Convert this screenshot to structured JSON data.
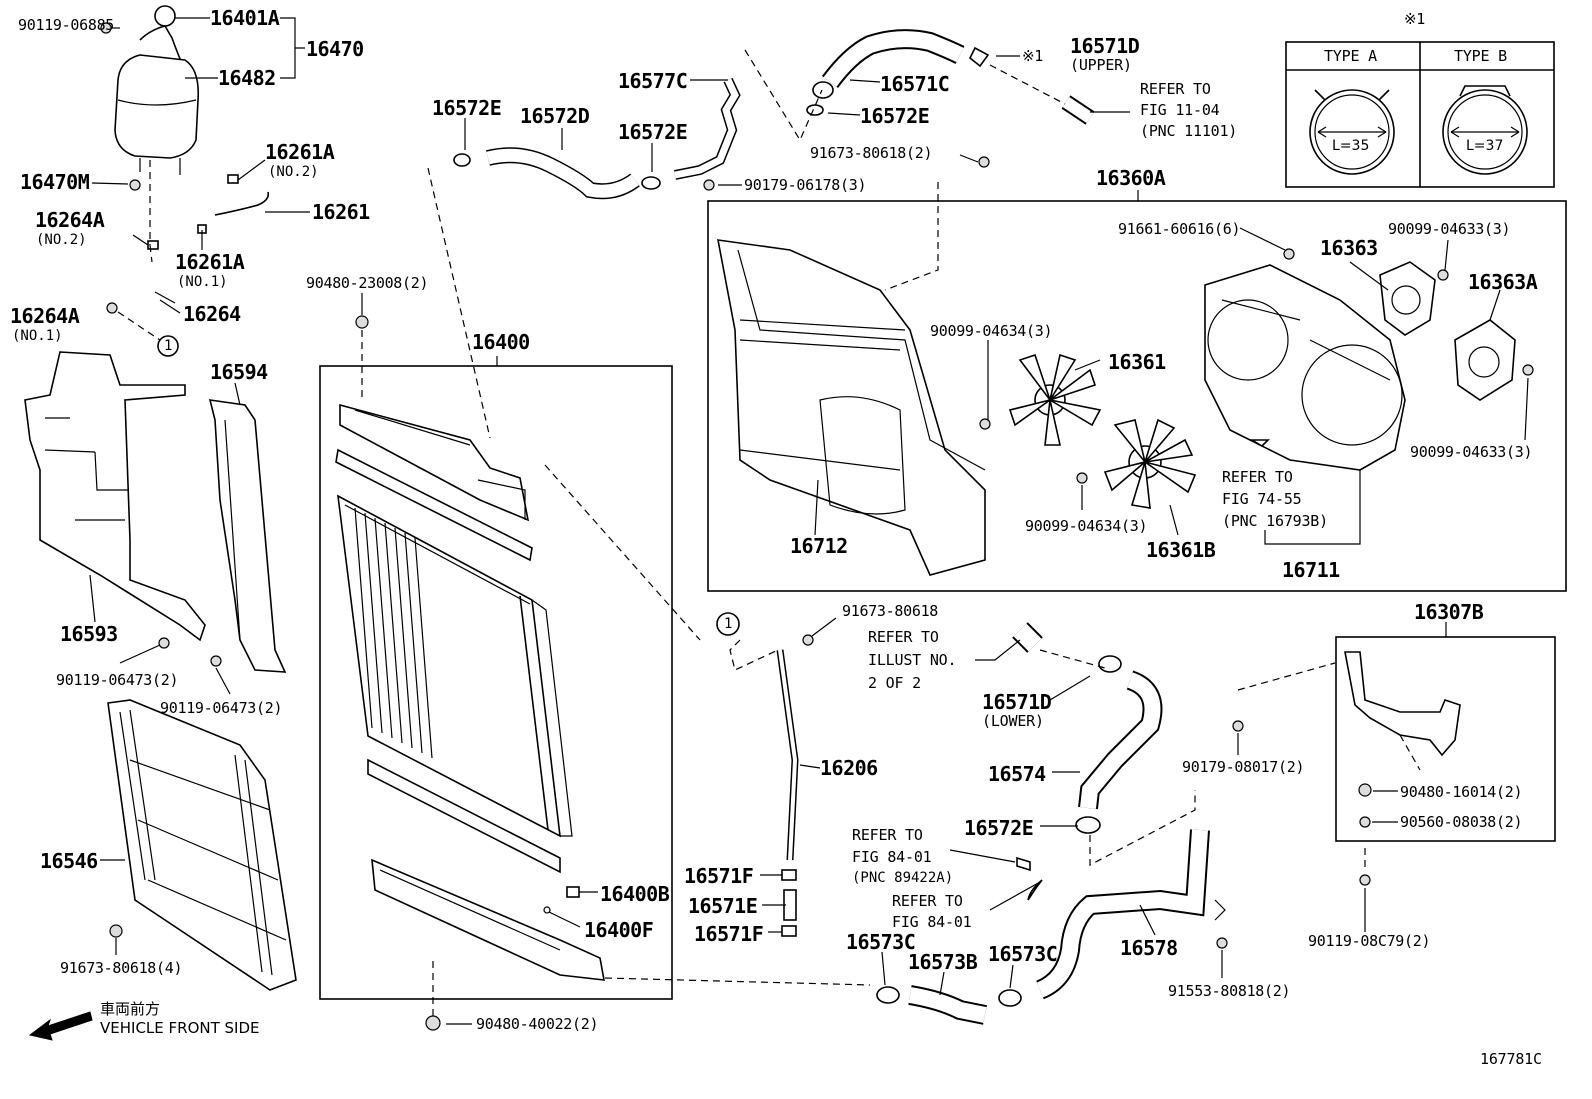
{
  "labels": {
    "p_9011906885": "90119-06885",
    "p_16401A": "16401A",
    "p_16470": "16470",
    "p_16482": "16482",
    "p_16261A_no2": "16261A",
    "no2_a": "(NO.2)",
    "p_16470M": "16470M",
    "p_16261": "16261",
    "p_16264A_no2": "16264A",
    "no2_b": "(NO.2)",
    "p_16261A_no1": "16261A",
    "no1_a": "(NO.1)",
    "p_16264A_no1": "16264A",
    "no1_b": "(NO.1)",
    "p_16264": "16264",
    "circle_1a": "1",
    "p_16572E_a": "16572E",
    "p_16572D": "16572D",
    "p_16577C": "16577C",
    "p_16572E_b": "16572E",
    "p_9017906178": "90179-06178(3)",
    "p_16571C": "16571C",
    "p_16572E_c": "16572E",
    "p_16571D_upper": "16571D",
    "upper": "(UPPER)",
    "mark_x1_a": "※1",
    "p_9167380618_2": "91673-80618(2)",
    "refer_11_04_a": "REFER TO",
    "refer_11_04_b": "FIG 11-04",
    "refer_11_04_c": "(PNC 11101)",
    "mark_x1_top": "※1",
    "type_a": "TYPE A",
    "type_b": "TYPE B",
    "l35": "L=35",
    "l37": "L=37",
    "p_16360A": "16360A",
    "p_9166160616": "91661-60616(6)",
    "p_16363": "16363",
    "p_9009904633_a": "90099-04633(3)",
    "p_16363A": "16363A",
    "p_9009904634_a": "90099-04634(3)",
    "p_16361": "16361",
    "p_9009904633_b": "90099-04633(3)",
    "refer_74_55_a": "REFER TO",
    "refer_74_55_b": "FIG 74-55",
    "refer_74_55_c": "(PNC 16793B)",
    "p_9009904634_b": "90099-04634(3)",
    "p_16361B": "16361B",
    "p_16711": "16711",
    "p_16712": "16712",
    "p_9048023008": "90480-23008(2)",
    "p_16400": "16400",
    "p_16594": "16594",
    "p_16593": "16593",
    "p_9011906473_a": "90119-06473(2)",
    "p_9011906473_b": "90119-06473(2)",
    "p_16546": "16546",
    "p_9167380618_4": "91673-80618(4)",
    "vehicle_jp": "車両前方",
    "vehicle_en": "VEHICLE FRONT SIDE",
    "p_9048040022": "90480-40022(2)",
    "p_16400B": "16400B",
    "p_16400F": "16400F",
    "circle_1b": "1",
    "p_9167380618": "91673-80618",
    "p_16206": "16206",
    "p_16571F_a": "16571F",
    "p_16571E": "16571E",
    "p_16571F_b": "16571F",
    "refer_illust_a": "REFER TO",
    "refer_illust_b": "ILLUST NO.",
    "refer_illust_c": "2 OF 2",
    "p_16571D_lower": "16571D",
    "lower": "(LOWER)",
    "p_16574": "16574",
    "p_16572E_d": "16572E",
    "refer_84_01a_a": "REFER TO",
    "refer_84_01a_b": "FIG 84-01",
    "refer_84_01a_c": "(PNC 89422A)",
    "refer_84_01b_a": "REFER TO",
    "refer_84_01b_b": "FIG 84-01",
    "p_16573C_a": "16573C",
    "p_16573B": "16573B",
    "p_16573C_b": "16573C",
    "p_16578": "16578",
    "p_9155380818": "91553-80818(2)",
    "p_16307B": "16307B",
    "p_9017908017": "90179-08017(2)",
    "p_9048016014": "90480-16014(2)",
    "p_9056008038": "90560-08038(2)",
    "p_9011908C79": "90119-08C79(2)",
    "fig_id": "167781C"
  },
  "colors": {
    "ink": "#000000",
    "paper": "#ffffff"
  }
}
